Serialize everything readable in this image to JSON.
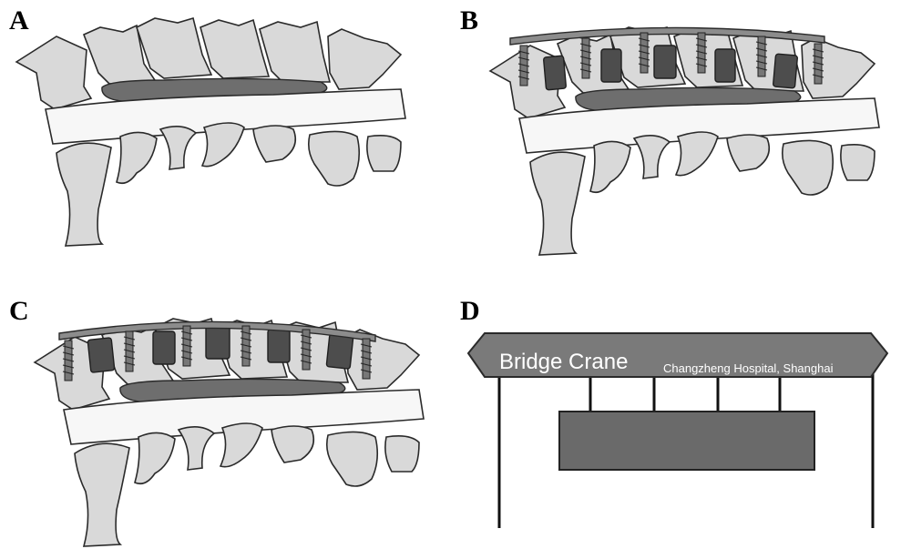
{
  "panels": [
    {
      "id": "A",
      "label": "A"
    },
    {
      "id": "B",
      "label": "B"
    },
    {
      "id": "C",
      "label": "C"
    },
    {
      "id": "D",
      "label": "D"
    }
  ],
  "crane_sign": {
    "title": "Bridge Crane",
    "subtitle": "Changzheng Hospital, Shanghai"
  }
}
